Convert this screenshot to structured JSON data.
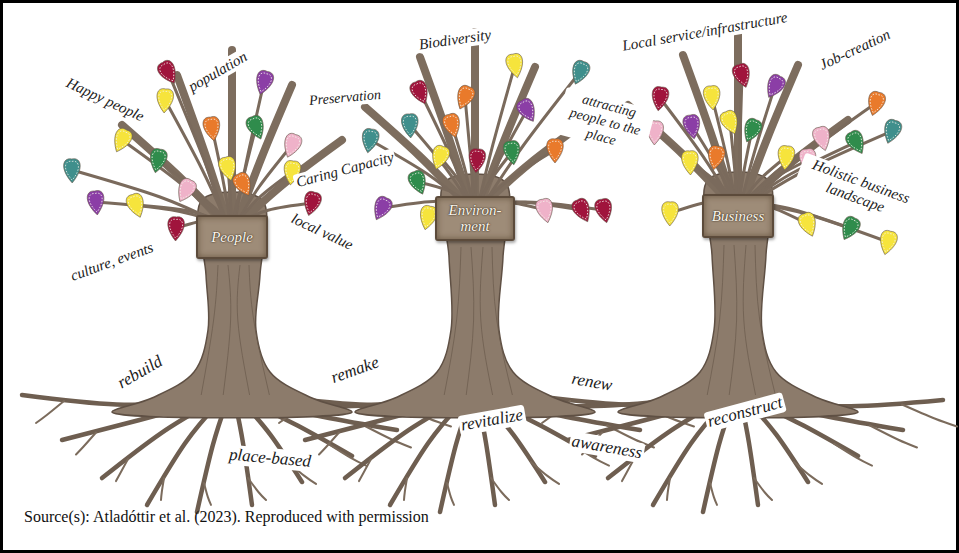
{
  "diagram": {
    "caption": "Source(s): Atladóttir et al. (2023). Reproduced with permission",
    "nodes": [
      {
        "text": [
          "People"
        ]
      },
      {
        "text": [
          "Environ- ment"
        ]
      },
      {
        "text": [
          "Business"
        ]
      }
    ],
    "labels": [
      "population",
      "Happy people",
      "culture, events",
      "local value",
      "Preservation",
      "Caring Capacity",
      "Biodiversity",
      "attracting people to the place",
      "Local service/infrastructure",
      "Job-creation",
      "Holistic business landscape",
      "rebuild",
      "remake",
      "place-based",
      "revitalize",
      "renew",
      "awareness",
      "reconstruct"
    ]
  }
}
